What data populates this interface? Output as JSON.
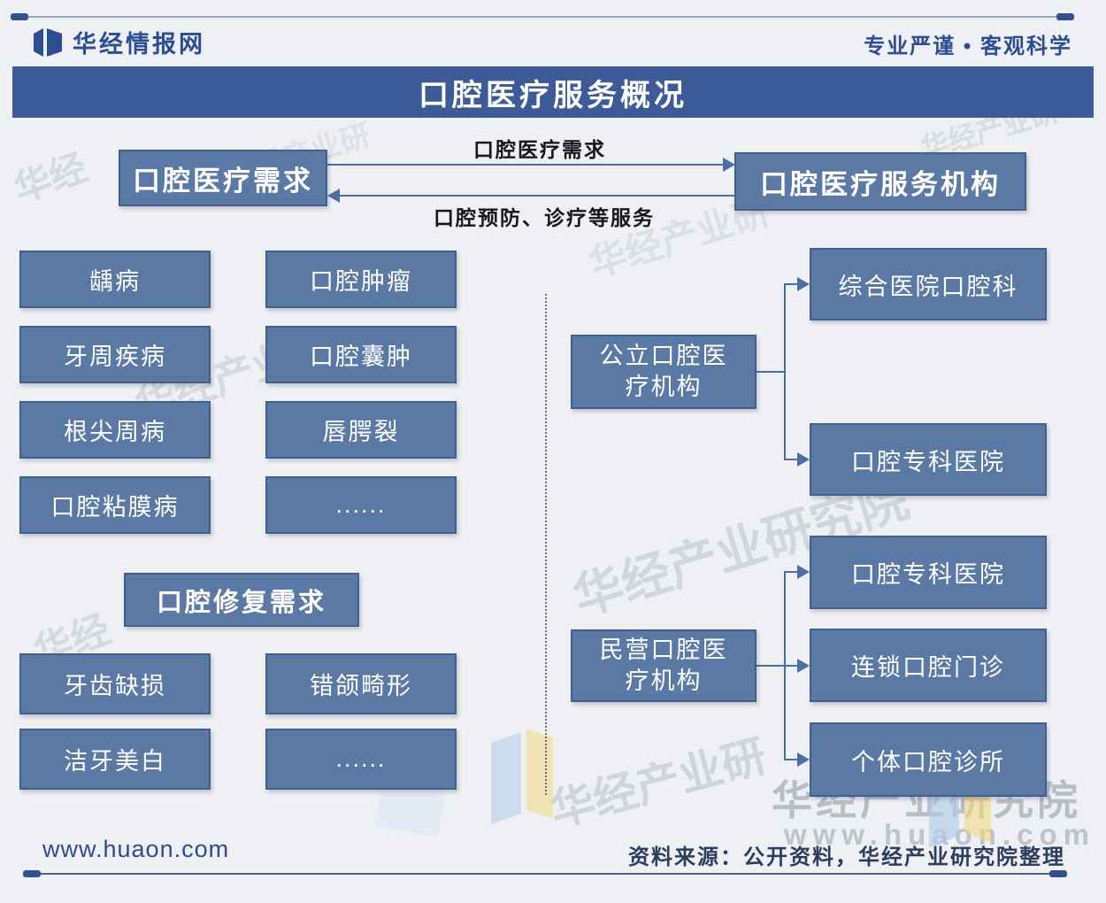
{
  "header": {
    "brand": "华经情报网",
    "slogan": "专业严谨 • 客观科学"
  },
  "title": "口腔医疗服务概况",
  "flow": {
    "left_box": "口腔医疗需求",
    "right_box": "口腔医疗服务机构",
    "top_arrow_label": "口腔医疗需求",
    "bottom_arrow_label": "口腔预防、诊疗等服务"
  },
  "demand": {
    "rows": [
      [
        "龋病",
        "口腔肿瘤"
      ],
      [
        "牙周疾病",
        "口腔囊肿"
      ],
      [
        "根尖周病",
        "唇腭裂"
      ],
      [
        "口腔粘膜病",
        "......"
      ]
    ]
  },
  "repair": {
    "header": "口腔修复需求",
    "rows": [
      [
        "牙齿缺损",
        "错颌畸形"
      ],
      [
        "洁牙美白",
        "......"
      ]
    ]
  },
  "institutions": {
    "public": {
      "label": "公立口腔医疗机构",
      "lines": [
        "公立口腔医",
        "疗机构"
      ],
      "children": [
        "综合医院口腔科",
        "口腔专科医院"
      ]
    },
    "private": {
      "label": "民营口腔医疗机构",
      "lines": [
        "民营口腔医",
        "疗机构"
      ],
      "children": [
        "口腔专科医院",
        "连锁口腔门诊",
        "个体口腔诊所"
      ]
    }
  },
  "footer": {
    "site": "www.huaon.com",
    "source": "资料来源：公开资料，华经产业研究院整理"
  },
  "watermark": {
    "org": "华经产业研究院",
    "org_short": "华经产业研",
    "org_min": "华经",
    "site": "www.huaon.com"
  },
  "icons": {
    "brand_logo": "open-book-flag",
    "flag_watermark": "blue-yellow-flag"
  },
  "colors": {
    "title_bar": "#3d5b99",
    "box_fill": "#5b79a5",
    "box_border": "#41608f",
    "brand_blue": "#2d4d93",
    "connector_blue": "#4a6fa0",
    "background": "#eef0f3",
    "footer_text": "#2c3e5f"
  }
}
